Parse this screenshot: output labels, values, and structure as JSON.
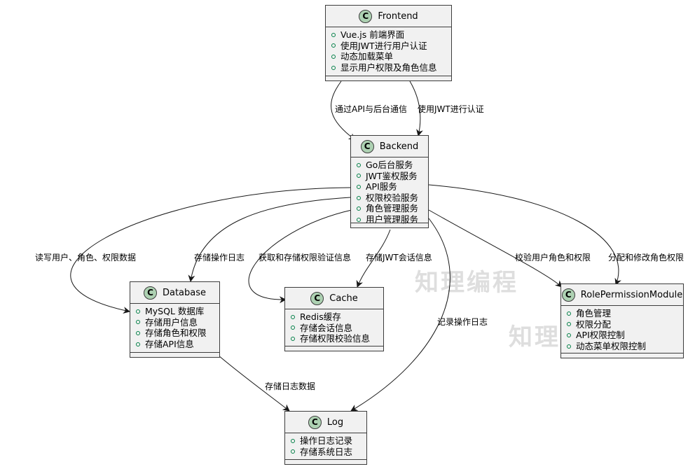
{
  "classes": {
    "frontend": {
      "name": "Frontend",
      "stereotype": "C",
      "attrs": [
        "Vue.js 前端界面",
        "使用JWT进行用户认证",
        "动态加载菜单",
        "显示用户权限及角色信息"
      ]
    },
    "backend": {
      "name": "Backend",
      "stereotype": "C",
      "attrs": [
        "Go后台服务",
        "JWT鉴权服务",
        "API服务",
        "权限校验服务",
        "角色管理服务",
        "用户管理服务"
      ]
    },
    "database": {
      "name": "Database",
      "stereotype": "C",
      "attrs": [
        "MySQL 数据库",
        "存储用户信息",
        "存储角色和权限",
        "存储API信息"
      ]
    },
    "cache": {
      "name": "Cache",
      "stereotype": "C",
      "attrs": [
        "Redis缓存",
        "存储会话信息",
        "存储权限校验信息"
      ]
    },
    "rpm": {
      "name": "RolePermissionModule",
      "stereotype": "C",
      "attrs": [
        "角色管理",
        "权限分配",
        "API权限控制",
        "动态菜单权限控制"
      ]
    },
    "log": {
      "name": "Log",
      "stereotype": "C",
      "attrs": [
        "操作日志记录",
        "存储系统日志"
      ]
    }
  },
  "edges": {
    "fe_be_api": "通过API与后台通信",
    "fe_be_jwt": "使用JWT进行认证",
    "be_db_rw": "读写用户、角色、权限数据",
    "be_db_log": "存储操作日志",
    "be_cache_perm": "获取和存储权限验证信息",
    "be_cache_jwt": "存储JWT会话信息",
    "be_log": "记录操作日志",
    "be_rpm_check": "校验用户角色和权限",
    "be_rpm_assign": "分配和修改角色权限",
    "db_log": "存储日志数据"
  },
  "watermark": {
    "line1": "知理编程",
    "line2": "知理"
  },
  "colors": {
    "class_bg": "#f1f1f1",
    "badge": "#add1b2",
    "border": "#3c3c3c",
    "visibility": "#038048"
  }
}
